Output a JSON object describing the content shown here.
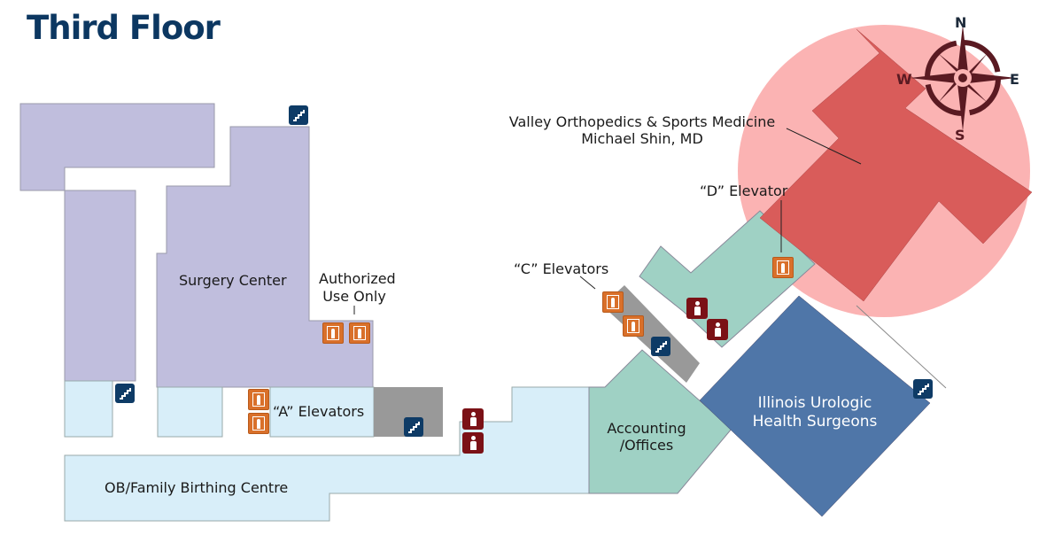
{
  "title": "Third Floor",
  "compass": {
    "north": "N",
    "south": "S",
    "east": "E",
    "west": "W"
  },
  "areas": {
    "surgery_center": "Surgery Center",
    "ob_birthing": "OB/Family Birthing Centre",
    "accounting_line1": "Accounting",
    "accounting_line2": "/Offices",
    "urologic_line1": "Illinois Urologic",
    "urologic_line2": "Health Surgeons",
    "valley_line1": "Valley Orthopedics & Sports Medicine",
    "valley_line2": "Michael Shin, MD"
  },
  "labels": {
    "authorized_line1": "Authorized",
    "authorized_line2": "Use Only",
    "a_elevators": "“A” Elevators",
    "c_elevators": "“C” Elevators",
    "d_elevator": "“D” Elevator"
  },
  "colors": {
    "title": "#0c3761",
    "surgery": "#c0bedd",
    "birthing": "#d8eef9",
    "accounting": "#9fd1c4",
    "urologic": "#4f76a8",
    "valley": "#d95c5a",
    "highlight_circle": "#fbb3b3",
    "elevator": "#d9702a",
    "stairs": "#0e3b66",
    "restroom": "#7b1116",
    "service": "#999999"
  },
  "icons": [
    "elevator-icon",
    "stairs-icon",
    "restroom-men-icon",
    "restroom-women-icon",
    "compass-icon"
  ]
}
